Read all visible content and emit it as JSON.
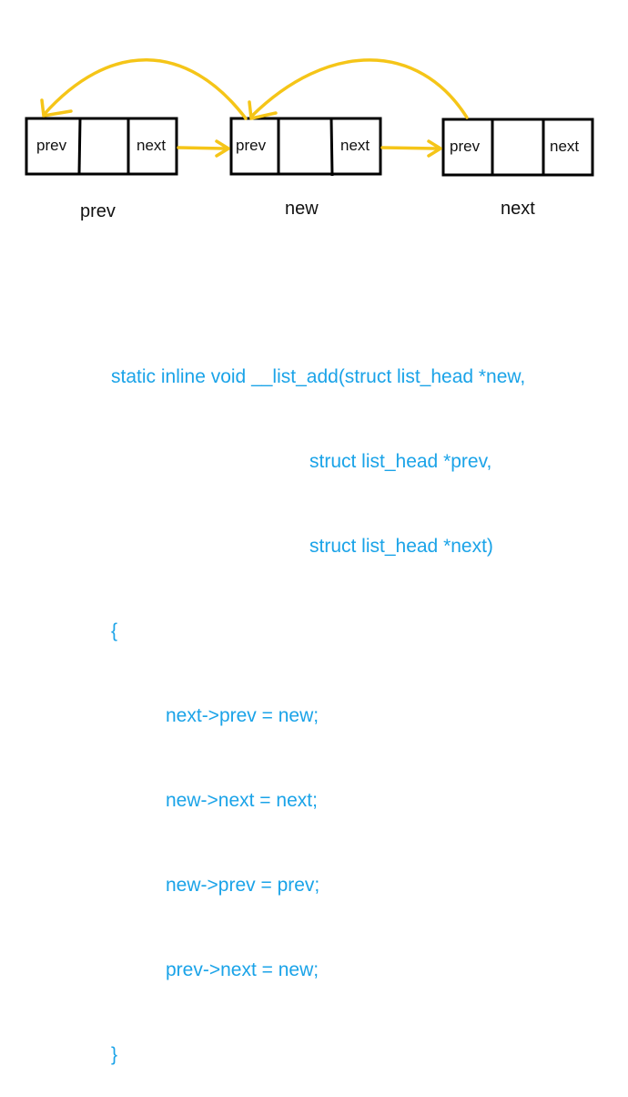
{
  "colors": {
    "box_stroke": "#000000",
    "arrow": "#F5C518",
    "code_text": "#1AA3E8",
    "label_text": "#111111"
  },
  "nodes": [
    {
      "name": "prev",
      "fields": [
        "prev",
        "",
        "next"
      ]
    },
    {
      "name": "new",
      "fields": [
        "prev",
        "",
        "next"
      ]
    },
    {
      "name": "next",
      "fields": [
        "prev",
        "",
        "next"
      ]
    }
  ],
  "code": {
    "line1": "static inline void __list_add(struct list_head *new,",
    "line2": "struct list_head *prev,",
    "line3": "struct list_head *next)",
    "open_brace": "{",
    "stmt1": "next->prev = new;",
    "stmt2": "new->next = next;",
    "stmt3": "new->prev = prev;",
    "stmt4": "prev->next = new;",
    "close_brace": "}"
  }
}
